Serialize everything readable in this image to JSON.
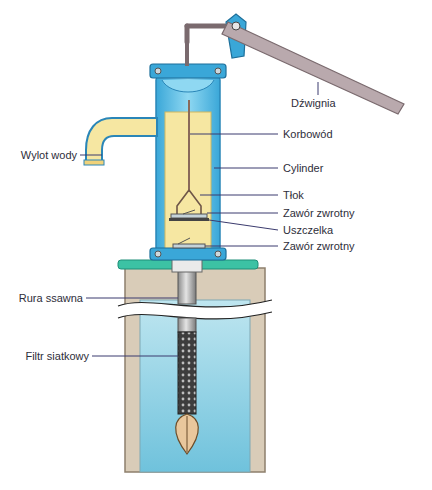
{
  "diagram": {
    "labels": [
      "Dźwignia",
      "Korbowód",
      "Wylot wody",
      "Cylinder",
      "Tłok",
      "Zawór zwrotny",
      "Uszczelka",
      "Zawór zwrotny",
      "Rura ssawna",
      "Filtr siatkowy"
    ]
  }
}
